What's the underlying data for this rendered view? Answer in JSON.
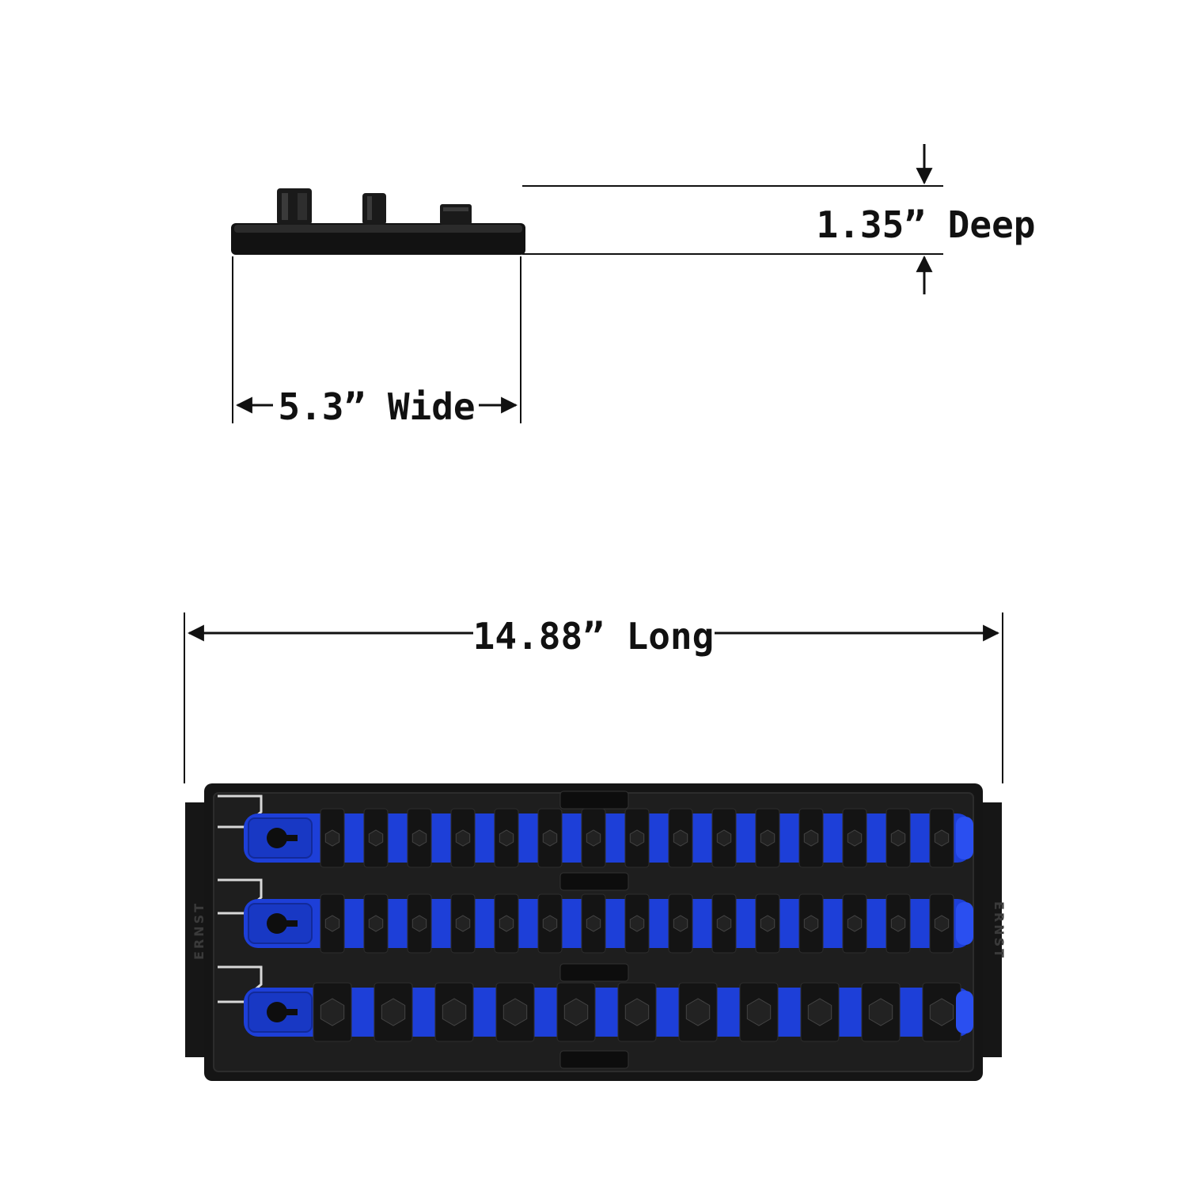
{
  "dimensions": {
    "depth_label": "1.35” Deep",
    "width_label": "5.3” Wide",
    "length_label": "14.88” Long"
  },
  "tray": {
    "brand_left": "ERNST",
    "brand_right": "ERNST",
    "rails": [
      {
        "name": "top-rail",
        "posts": 15
      },
      {
        "name": "middle-rail",
        "posts": 15
      },
      {
        "name": "bottom-rail",
        "posts": 11
      }
    ]
  },
  "colors": {
    "rail_blue": "#1d3fd8",
    "tray_black": "#151515",
    "tray_edge": "#2a2a2a",
    "dimension_line": "#111111"
  }
}
